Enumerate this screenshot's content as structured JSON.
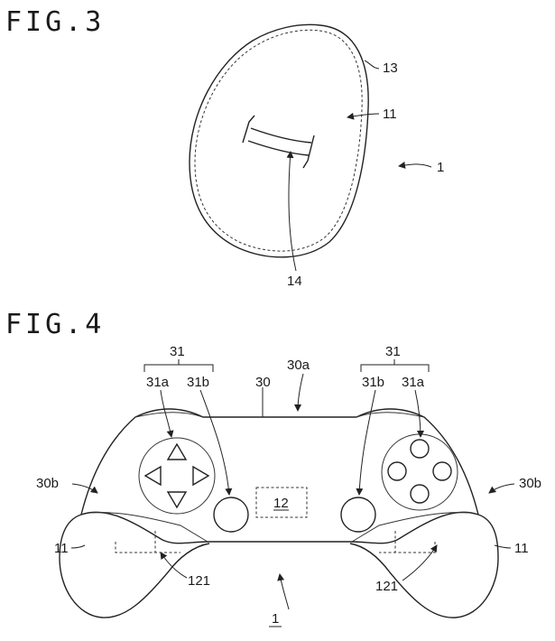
{
  "fig3": {
    "title": "FIG.3",
    "labels": {
      "ref13": "13",
      "ref11": "11",
      "ref1": "1",
      "ref14": "14"
    }
  },
  "fig4": {
    "title": "FIG.4",
    "labels": {
      "ref31_left": "31",
      "ref31_right": "31",
      "ref31a_left": "31a",
      "ref31b_left": "31b",
      "ref31b_right": "31b",
      "ref31a_right": "31a",
      "ref30": "30",
      "ref30a": "30a",
      "ref30b_left": "30b",
      "ref30b_right": "30b",
      "ref12": "12",
      "ref11_left": "11",
      "ref11_right": "11",
      "ref121_left": "121",
      "ref121_right": "121",
      "ref1": "1"
    }
  }
}
